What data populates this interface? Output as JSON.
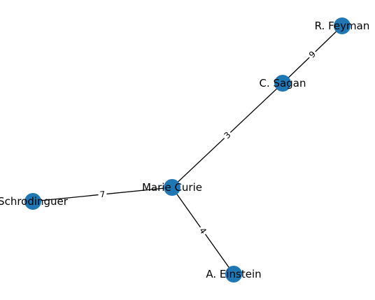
{
  "graph": {
    "node_color": "#1f77b4",
    "edge_color": "#000000",
    "nodes": [
      {
        "id": "feyman",
        "label": "R. Feyman"
      },
      {
        "id": "sagan",
        "label": "C. Sagan"
      },
      {
        "id": "curie",
        "label": "Marie Curie"
      },
      {
        "id": "schrodinguer",
        "label": "Schrodinguer"
      },
      {
        "id": "einstein",
        "label": "A. Einstein"
      }
    ],
    "edges": [
      {
        "source": "feyman",
        "target": "sagan",
        "weight": "9"
      },
      {
        "source": "sagan",
        "target": "curie",
        "weight": "3"
      },
      {
        "source": "curie",
        "target": "schrodinguer",
        "weight": "7"
      },
      {
        "source": "curie",
        "target": "einstein",
        "weight": "4"
      }
    ]
  }
}
